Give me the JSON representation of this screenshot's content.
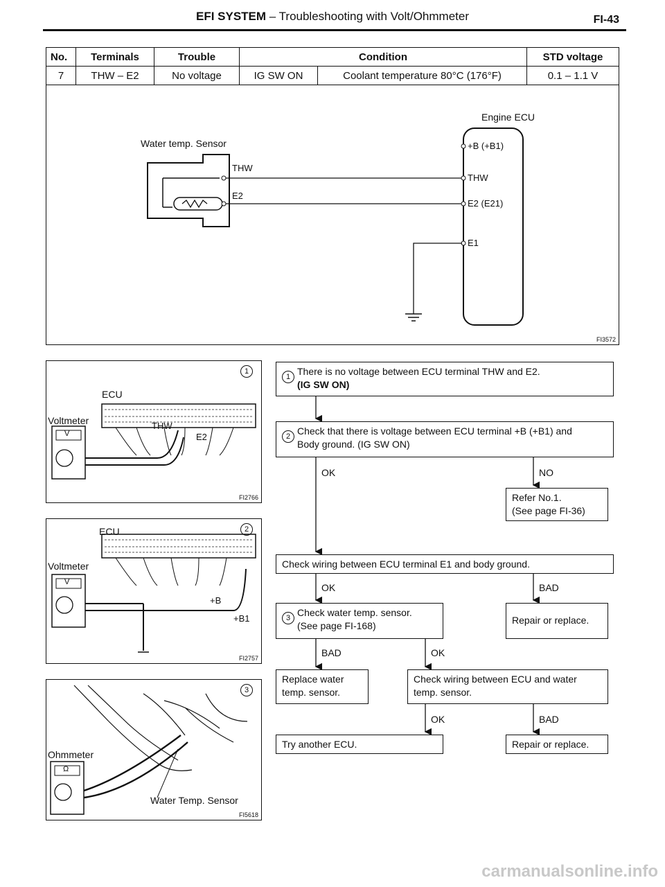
{
  "header": {
    "title_bold": "EFI SYSTEM",
    "title_rest": " – Troubleshooting with Volt/Ohmmeter",
    "page": "FI-43"
  },
  "table": {
    "headers": [
      "No.",
      "Terminals",
      "Trouble",
      "Condition",
      "STD voltage"
    ],
    "row": {
      "no": "7",
      "terminals": "THW – E2",
      "trouble": "No voltage",
      "cond1": "IG SW ON",
      "cond2": "Coolant temperature 80°C (176°F)",
      "std": "0.1 – 1.1 V"
    }
  },
  "circuit": {
    "ecu_title": "Engine ECU",
    "sensor_title": "Water temp. Sensor",
    "sensor_thw": "THW",
    "sensor_e2": "E2",
    "ecu_b": "+B (+B1)",
    "ecu_thw": "THW",
    "ecu_e2": "E2 (E21)",
    "ecu_e1": "E1",
    "fig": "FI3572"
  },
  "fig1": {
    "num": "1",
    "ecu": "ECU",
    "voltmeter": "Voltmeter",
    "v": "V",
    "thw": "THW",
    "e2": "E2",
    "fig": "FI2766"
  },
  "fig2": {
    "num": "2",
    "ecu": "ECU",
    "voltmeter": "Voltmeter",
    "v": "V",
    "b": "+B",
    "b1": "+B1",
    "fig": "FI2757"
  },
  "fig3": {
    "num": "3",
    "ohmmeter": "Ohmmeter",
    "ohm": "Ω",
    "sensor": "Water Temp. Sensor",
    "fig": "FI5618"
  },
  "flow": {
    "step1_num": "1",
    "step1_line1": "There is no voltage between ECU terminal THW and E2.",
    "step1_line2": "(IG SW ON)",
    "step2_num": "2",
    "step2_line1": "Check that there is voltage between ECU terminal +B (+B1) and",
    "step2_line2": "Body ground. (IG SW ON)",
    "ok1": "OK",
    "no1": "NO",
    "refer_line1": "Refer No.1.",
    "refer_line2": "(See page FI-36)",
    "e1_check": "Check wiring between ECU terminal E1 and body ground.",
    "ok2": "OK",
    "bad2": "BAD",
    "step3_num": "3",
    "step3_line1": "Check water temp. sensor.",
    "step3_line2": "(See page FI-168)",
    "repair1": "Repair or replace.",
    "bad3": "BAD",
    "ok3": "OK",
    "replace_line1": "Replace water",
    "replace_line2": "temp. sensor.",
    "wiring_line1": "Check wiring between ECU and water",
    "wiring_line2": "temp. sensor.",
    "ok4": "OK",
    "bad4": "BAD",
    "try_ecu": "Try another ECU.",
    "repair2": "Repair or replace."
  },
  "watermark": "carmanualsonline.info"
}
